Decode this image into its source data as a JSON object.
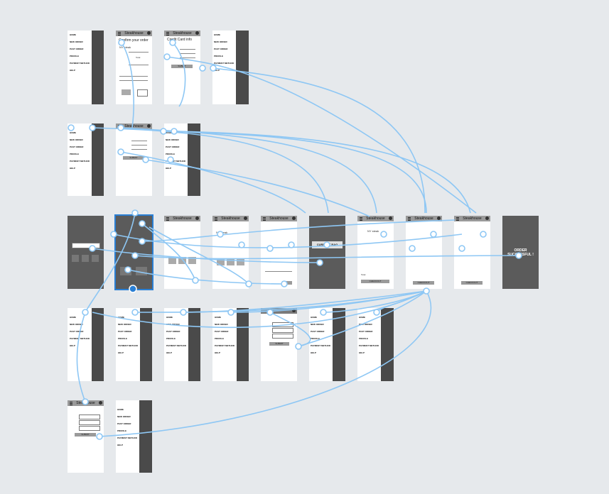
{
  "app": {
    "title": "Steakhouse"
  },
  "menu": [
    "HOME",
    "NEW ORDER",
    "PAST ORDER",
    "PROFILE",
    "PAYMENT METHOD",
    "HELP"
  ],
  "order": {
    "confirm_title": "Confirm your order",
    "item": "NY steak",
    "card_title": "Credit Card info",
    "checkout": "CHECKOUT",
    "current_bag": "CURRENT BAG",
    "success": "ORDER SUCCESSFUL !",
    "submit": "SUBMIT",
    "total": "Total"
  },
  "colors": {
    "wire": "#8ec7f4",
    "selection": "#2a7fd4",
    "artboard_dark": "#5b5b5b"
  }
}
